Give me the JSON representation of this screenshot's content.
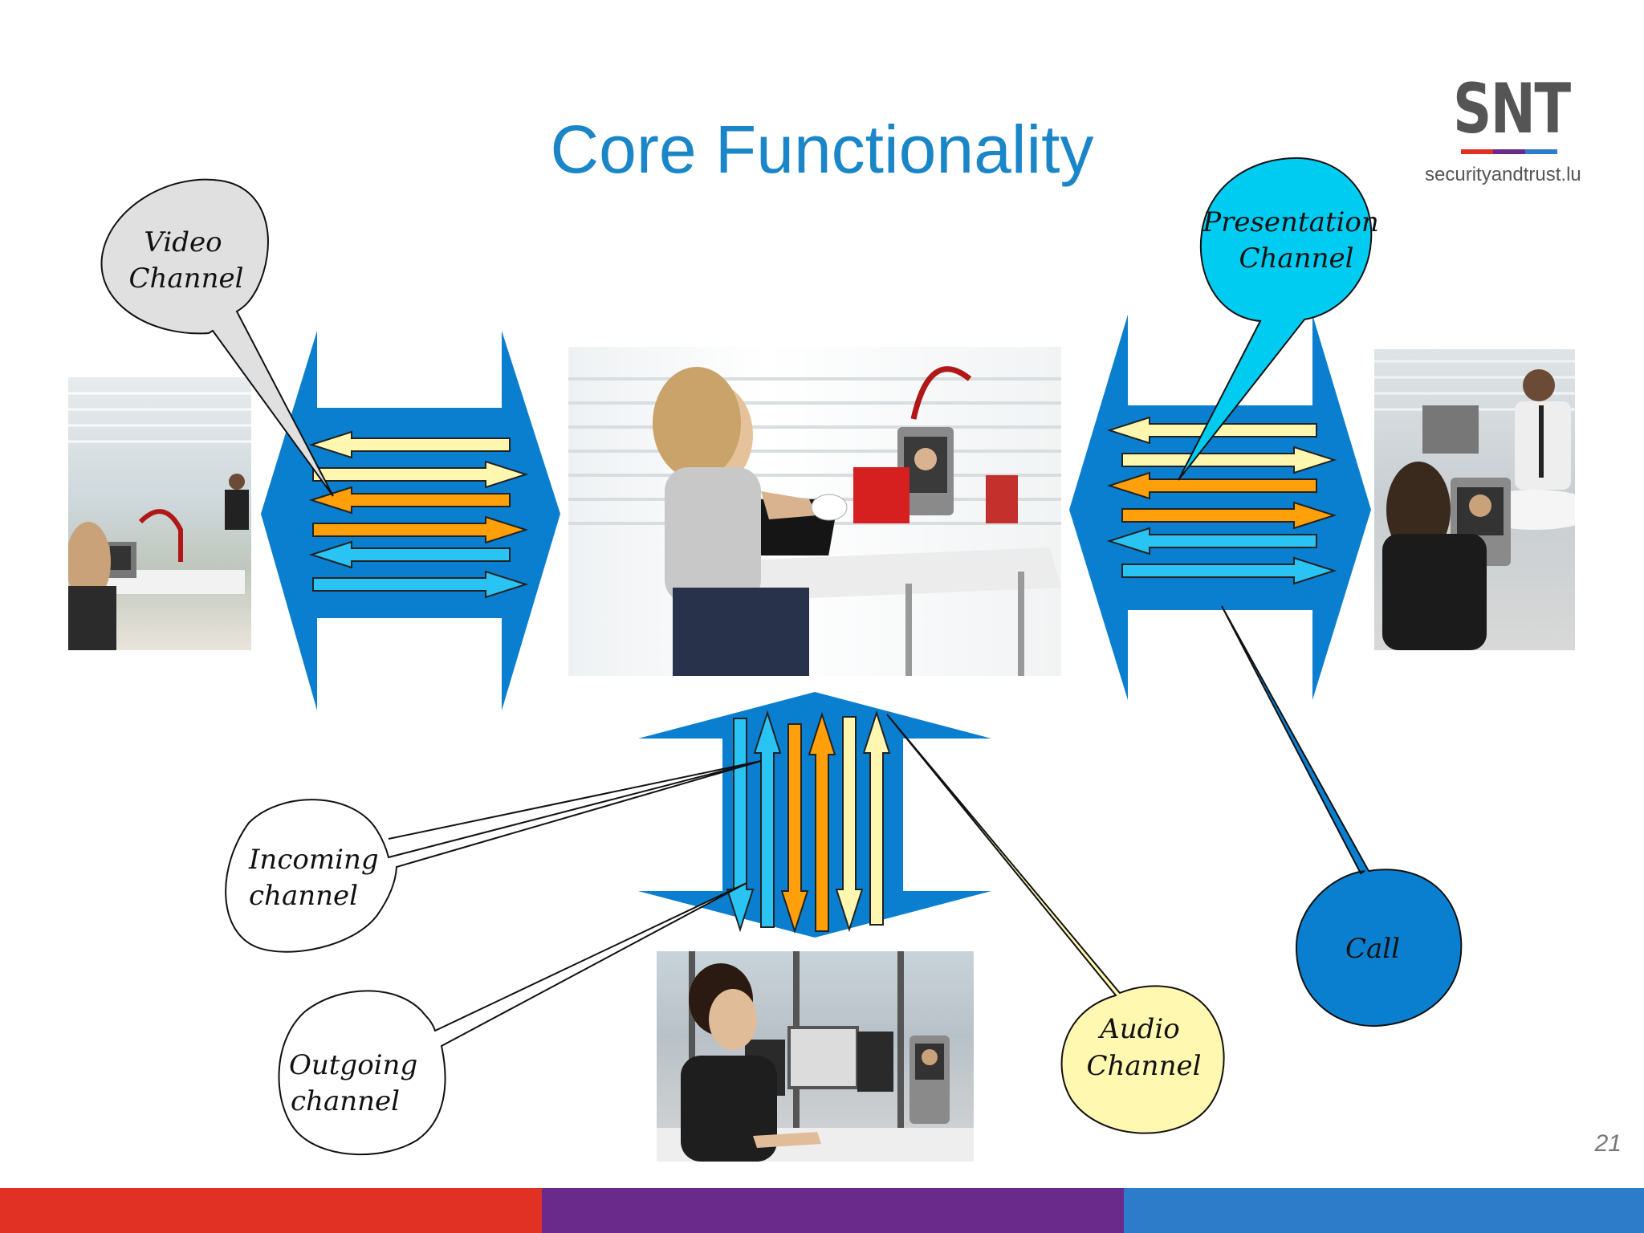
{
  "title": "Core Functionality",
  "logo": {
    "mark": "SNT",
    "subtitle": "securityandtrust.lu",
    "bar_colors": [
      "#e03124",
      "#6a2a8c",
      "#2d7cc9"
    ]
  },
  "page_number": "21",
  "bubbles": {
    "video": [
      "Video",
      "Channel"
    ],
    "presentation": [
      "Presentation",
      "Channel"
    ],
    "incoming": [
      "Incoming",
      "channel"
    ],
    "outgoing": [
      "Outgoing",
      "channel"
    ],
    "audio": [
      "Audio",
      "Channel"
    ],
    "call": [
      "Call"
    ]
  },
  "colors": {
    "big_arrow": "#0a7fd0",
    "arrow_pale": "#fff7b0",
    "arrow_orange": "#ff9f0a",
    "arrow_cyan": "#29c4f4",
    "bubble_video": "#e0e0e0",
    "bubble_presentation": "#00ccf2",
    "bubble_audio": "#fff8b0",
    "bubble_call": "#0a7fd0",
    "footer": [
      "#e03124",
      "#6a2a8c",
      "#2d7cc9"
    ]
  }
}
